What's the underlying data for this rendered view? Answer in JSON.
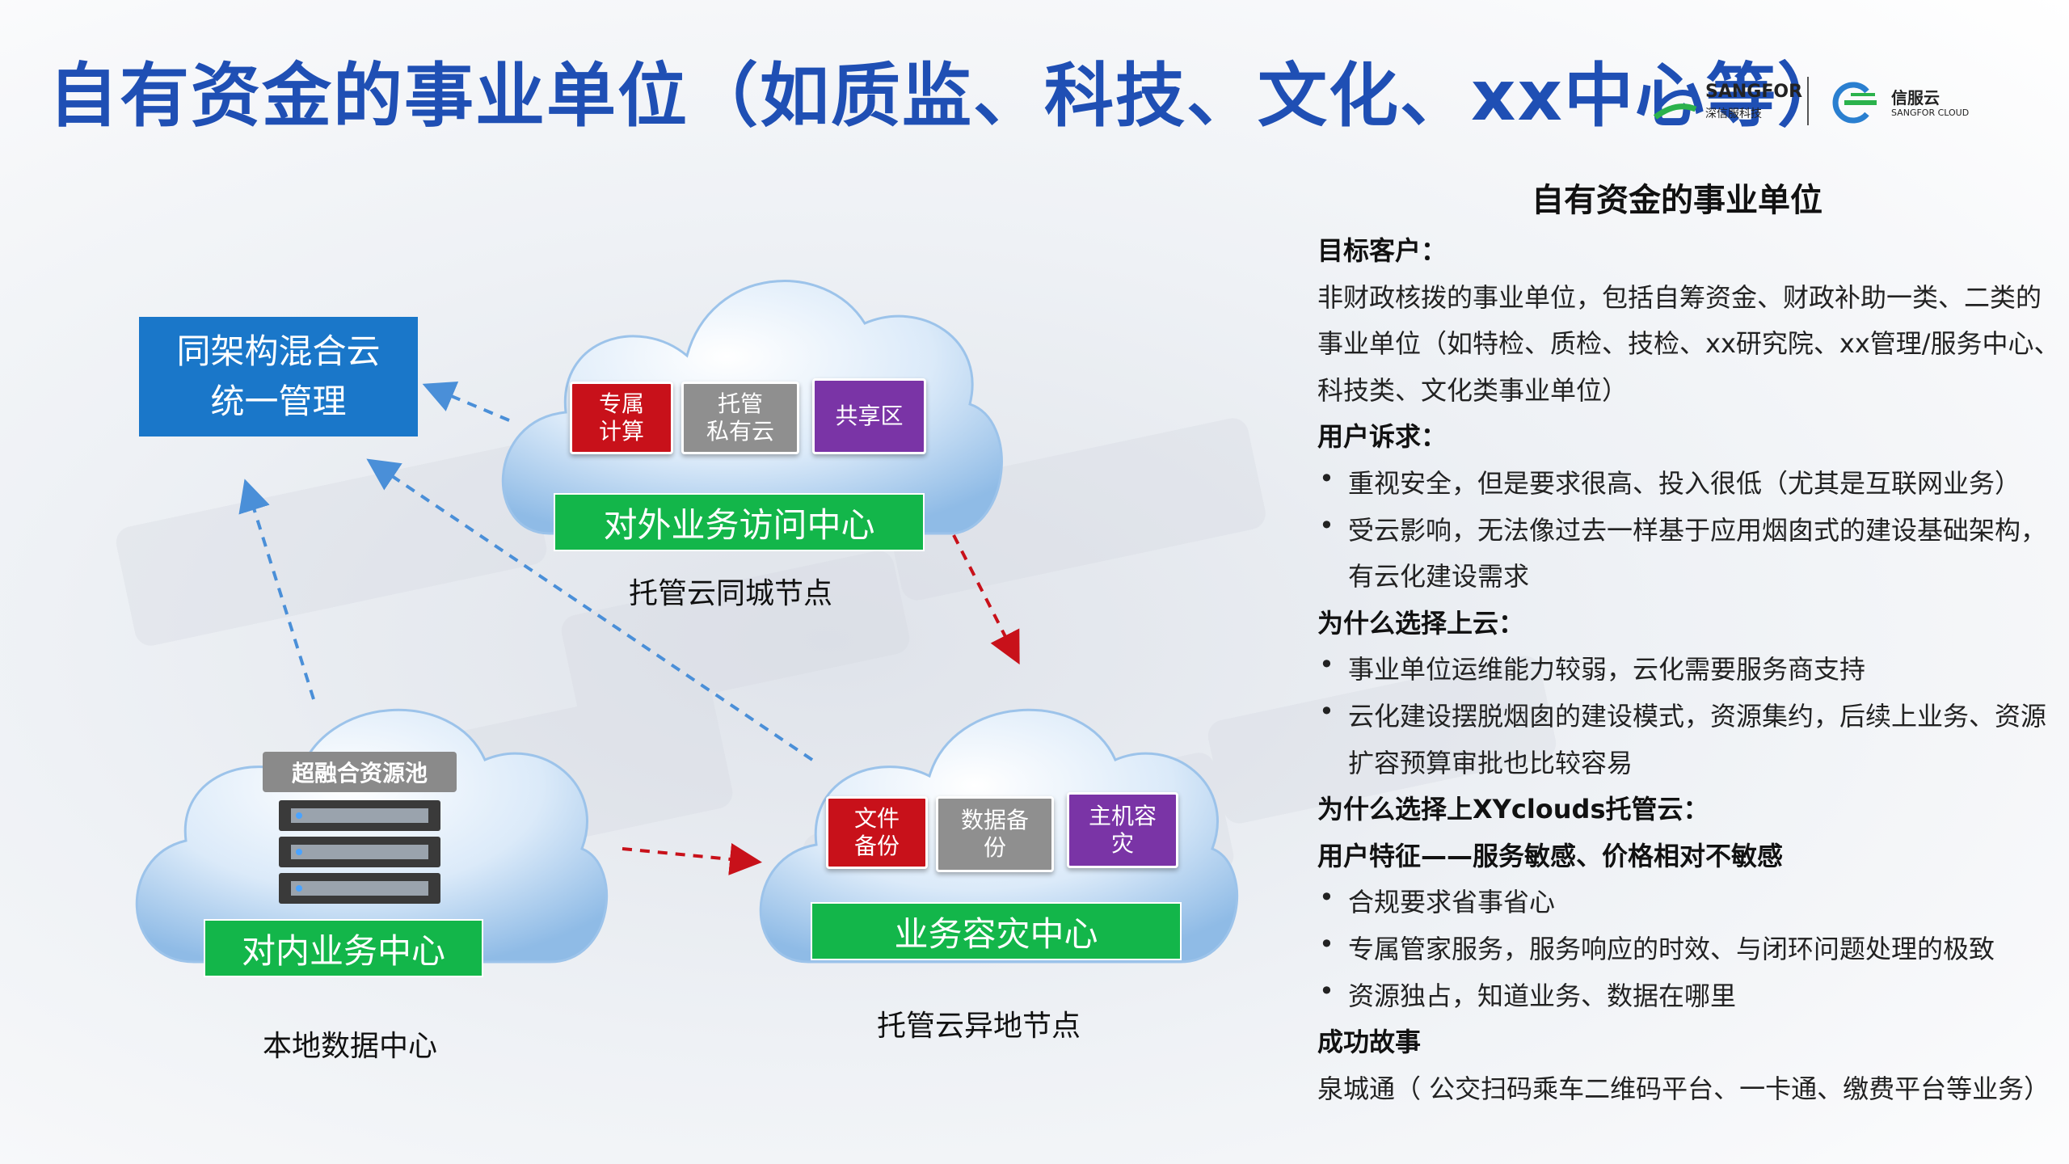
{
  "title": "自有资金的事业单位（如质监、科技、文化、xx中心等）",
  "logos": {
    "sangfor": {
      "main": "SANGFOR",
      "sub": "深信服科技"
    },
    "cloud": {
      "main": "信服云",
      "sub": "SANGFOR CLOUD"
    }
  },
  "diagram": {
    "hybrid_box": {
      "line1": "同架构混合云",
      "line2": "统一管理"
    },
    "external_cloud": {
      "tags": [
        "专属\n计算",
        "托管\n私有云",
        "共享区"
      ],
      "bar": "对外业务访问中心",
      "caption": "托管云同城节点"
    },
    "internal_cloud": {
      "pool": "超融合资源池",
      "bar": "对内业务中心",
      "caption": "本地数据中心"
    },
    "dr_cloud": {
      "tags": [
        "文件\n备份",
        "数据备\n份",
        "主机容\n灾"
      ],
      "bar": "业务容灾中心",
      "caption": "托管云异地节点"
    }
  },
  "panel": {
    "heading": "自有资金的事业单位",
    "lines": [
      {
        "kind": "h",
        "text": "目标客户："
      },
      {
        "kind": "p",
        "text": "非财政核拨的事业单位，包括自筹资金、财政补助一类、二类的"
      },
      {
        "kind": "p",
        "text": "事业单位（如特检、质检、技检、xx研究院、xx管理/服务中心、"
      },
      {
        "kind": "p",
        "text": "科技类、文化类事业单位）"
      },
      {
        "kind": "h",
        "text": "用户诉求："
      },
      {
        "kind": "b",
        "text": "重视安全，但是要求很高、投入很低（尤其是互联网业务）"
      },
      {
        "kind": "b",
        "text": "受云影响，无法像过去一样基于应用烟囱式的建设基础架构，"
      },
      {
        "kind": "c",
        "text": "有云化建设需求"
      },
      {
        "kind": "h",
        "text": "为什么选择上云："
      },
      {
        "kind": "b",
        "text": "事业单位运维能力较弱，云化需要服务商支持"
      },
      {
        "kind": "b",
        "text": "云化建设摆脱烟囱的建设模式，资源集约，后续上业务、资源"
      },
      {
        "kind": "c",
        "text": "扩容预算审批也比较容易"
      },
      {
        "kind": "h",
        "text": "为什么选择上XYclouds托管云："
      },
      {
        "kind": "h",
        "text": "用户特征——服务敏感、价格相对不敏感"
      },
      {
        "kind": "b",
        "text": "合规要求省事省心"
      },
      {
        "kind": "b",
        "text": "专属管家服务，服务响应的时效、与闭环问题处理的极致"
      },
      {
        "kind": "b",
        "text": "资源独占，知道业务、数据在哪里"
      },
      {
        "kind": "h",
        "text": "成功故事"
      },
      {
        "kind": "p",
        "text": "泉城通（ 公交扫码乘车二维码平台、一卡通、缴费平台等业务）"
      }
    ]
  },
  "colors": {
    "title": "#1f4fb4",
    "hybrid_box": "#1a77c9",
    "green_bar": "#13b64a",
    "tag_red": "#c8111a",
    "tag_gray": "#8f8f8f",
    "tag_purple": "#7a34a6",
    "arrow_blue": "#4a8fd8",
    "arrow_red": "#c8111a"
  }
}
